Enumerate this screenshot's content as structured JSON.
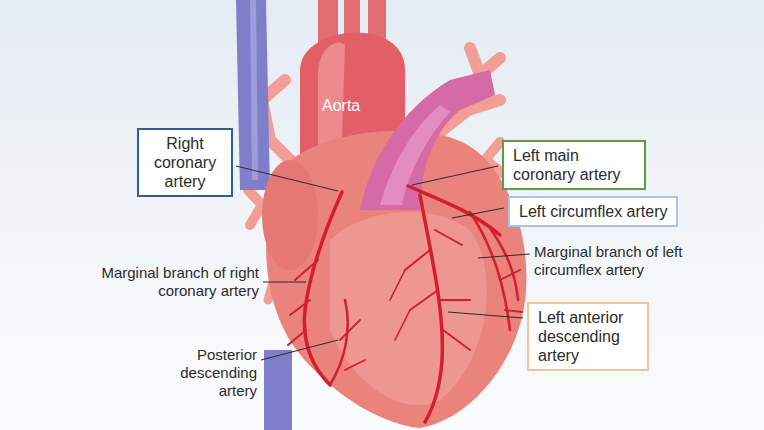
{
  "diagram": {
    "nodes": [
      {
        "text": [
          "Right coronary artery"
        ]
      },
      {
        "text": [
          "Left main coronary artery"
        ]
      },
      {
        "text": [
          "Left circumflex artery"
        ]
      },
      {
        "text": [
          "Left anterior descending artery"
        ]
      }
    ],
    "labels": [
      "Aorta",
      "Marginal branch of left circumflex artery",
      "Marginal branch of right coronary artery",
      "Posterior descending artery"
    ]
  }
}
